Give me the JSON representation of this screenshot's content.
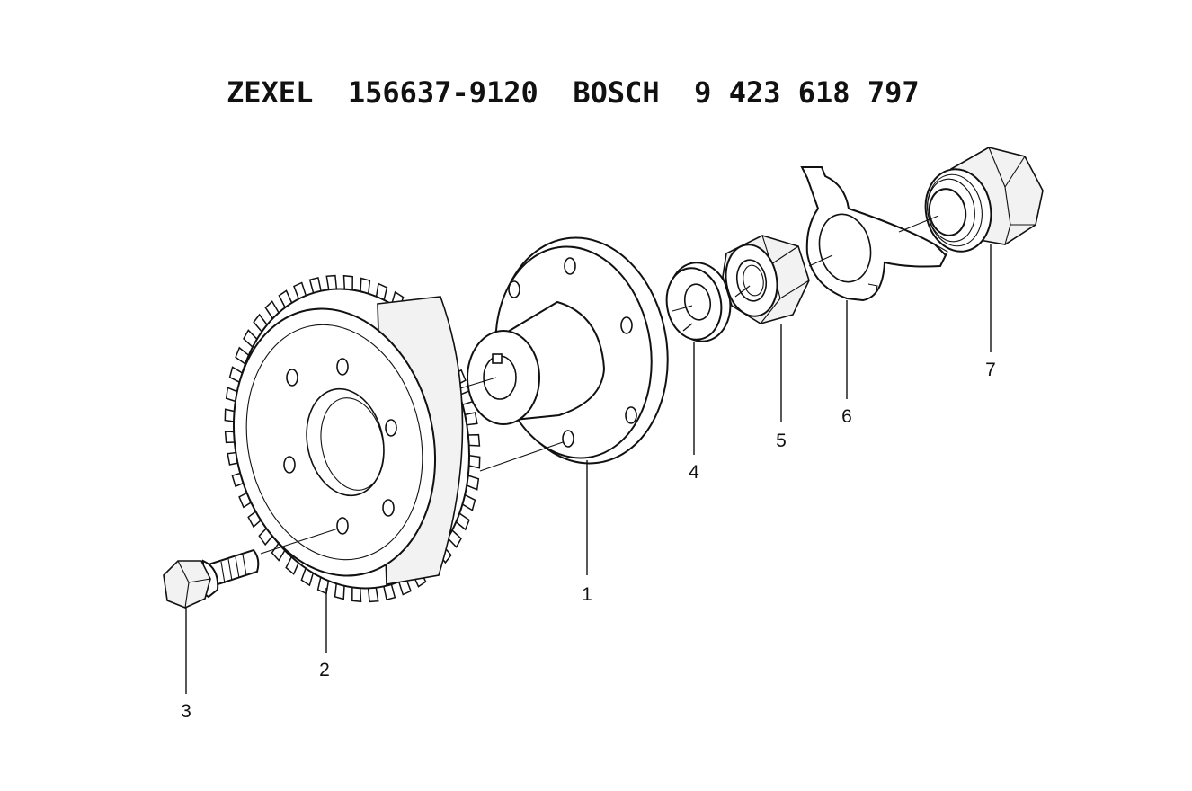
{
  "title": {
    "brand1": "ZEXEL",
    "part1": "156637-9120",
    "brand2": "BOSCH",
    "part2": "9 423 618 797"
  },
  "callouts": {
    "c1": "1",
    "c2": "2",
    "c3": "3",
    "c4": "4",
    "c5": "5",
    "c6": "6",
    "c7": "7"
  }
}
